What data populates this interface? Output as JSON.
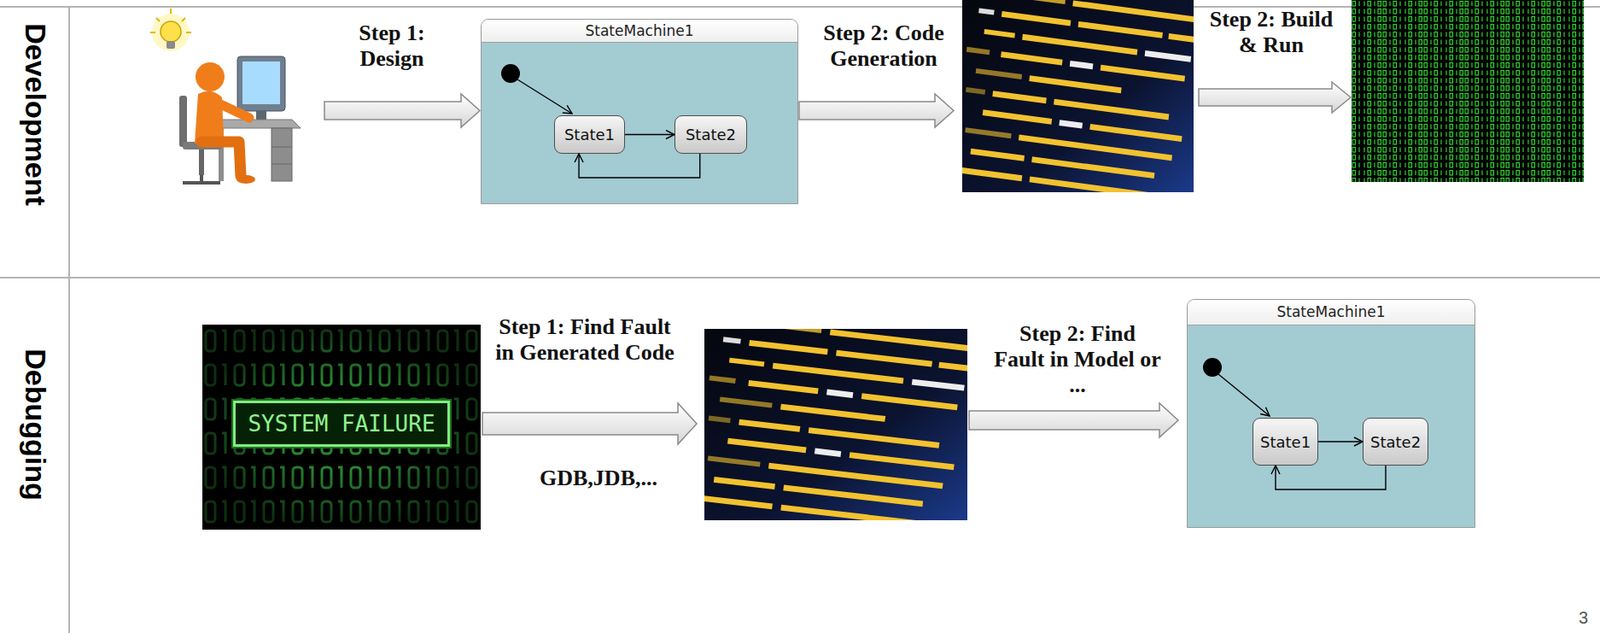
{
  "diagram": {
    "nodes": [
      {
        "text": [
          "Development"
        ]
      },
      {
        "text": [
          "StateMachine1"
        ],
        "in": 0
      },
      {
        "text": [
          "State1"
        ],
        "in": 1
      },
      {
        "text": [
          "State2"
        ],
        "in": 1
      },
      {
        "text": [
          "Debugging"
        ]
      },
      {
        "text": [
          "SYSTEM FAILURE"
        ],
        "in": 4
      },
      {
        "text": [
          "StateMachine1"
        ],
        "in": 4
      },
      {
        "text": [
          "State1"
        ],
        "in": 6
      },
      {
        "text": [
          "State2"
        ],
        "in": 6
      }
    ],
    "edges": [
      {
        "from": 2,
        "to": 3,
        "arrow": "to"
      },
      {
        "from": 3,
        "to": 2,
        "arrow": "to"
      },
      {
        "from": 7,
        "to": 8,
        "arrow": "to"
      },
      {
        "from": 8,
        "to": 7,
        "arrow": "to"
      }
    ],
    "labels": [
      "Step 1: Design",
      "Step 2: Code Generation",
      "Step 2: Build & Run",
      "Step 1: Find Fault in Generated Code",
      "GDB,JDB,...",
      "Step 2: Find Fault in Model or ...",
      "3"
    ]
  }
}
